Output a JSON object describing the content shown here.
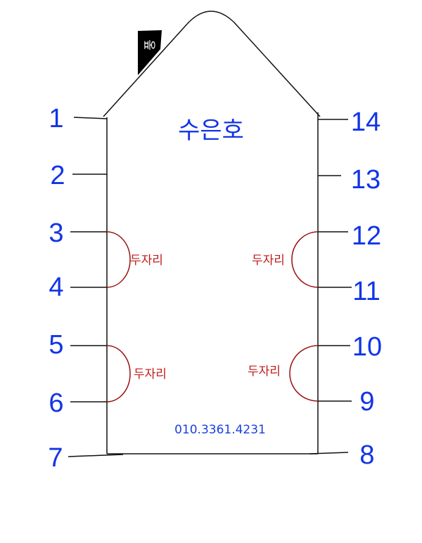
{
  "title": "수은호",
  "phone": "010.3361.4231",
  "flag_text": "풍",
  "left_numbers": [
    "1",
    "2",
    "3",
    "4",
    "5",
    "6",
    "7"
  ],
  "right_numbers": [
    "14",
    "13",
    "12",
    "11",
    "10",
    "9",
    "8"
  ],
  "seat_labels": {
    "left_upper": "두자리",
    "left_lower": "두자리",
    "right_upper": "두자리",
    "right_lower": "두자리"
  },
  "colors": {
    "numbers": "#1234e6",
    "seat_labels": "#c01a1a",
    "outline": "#111111",
    "flag": "#000000"
  }
}
